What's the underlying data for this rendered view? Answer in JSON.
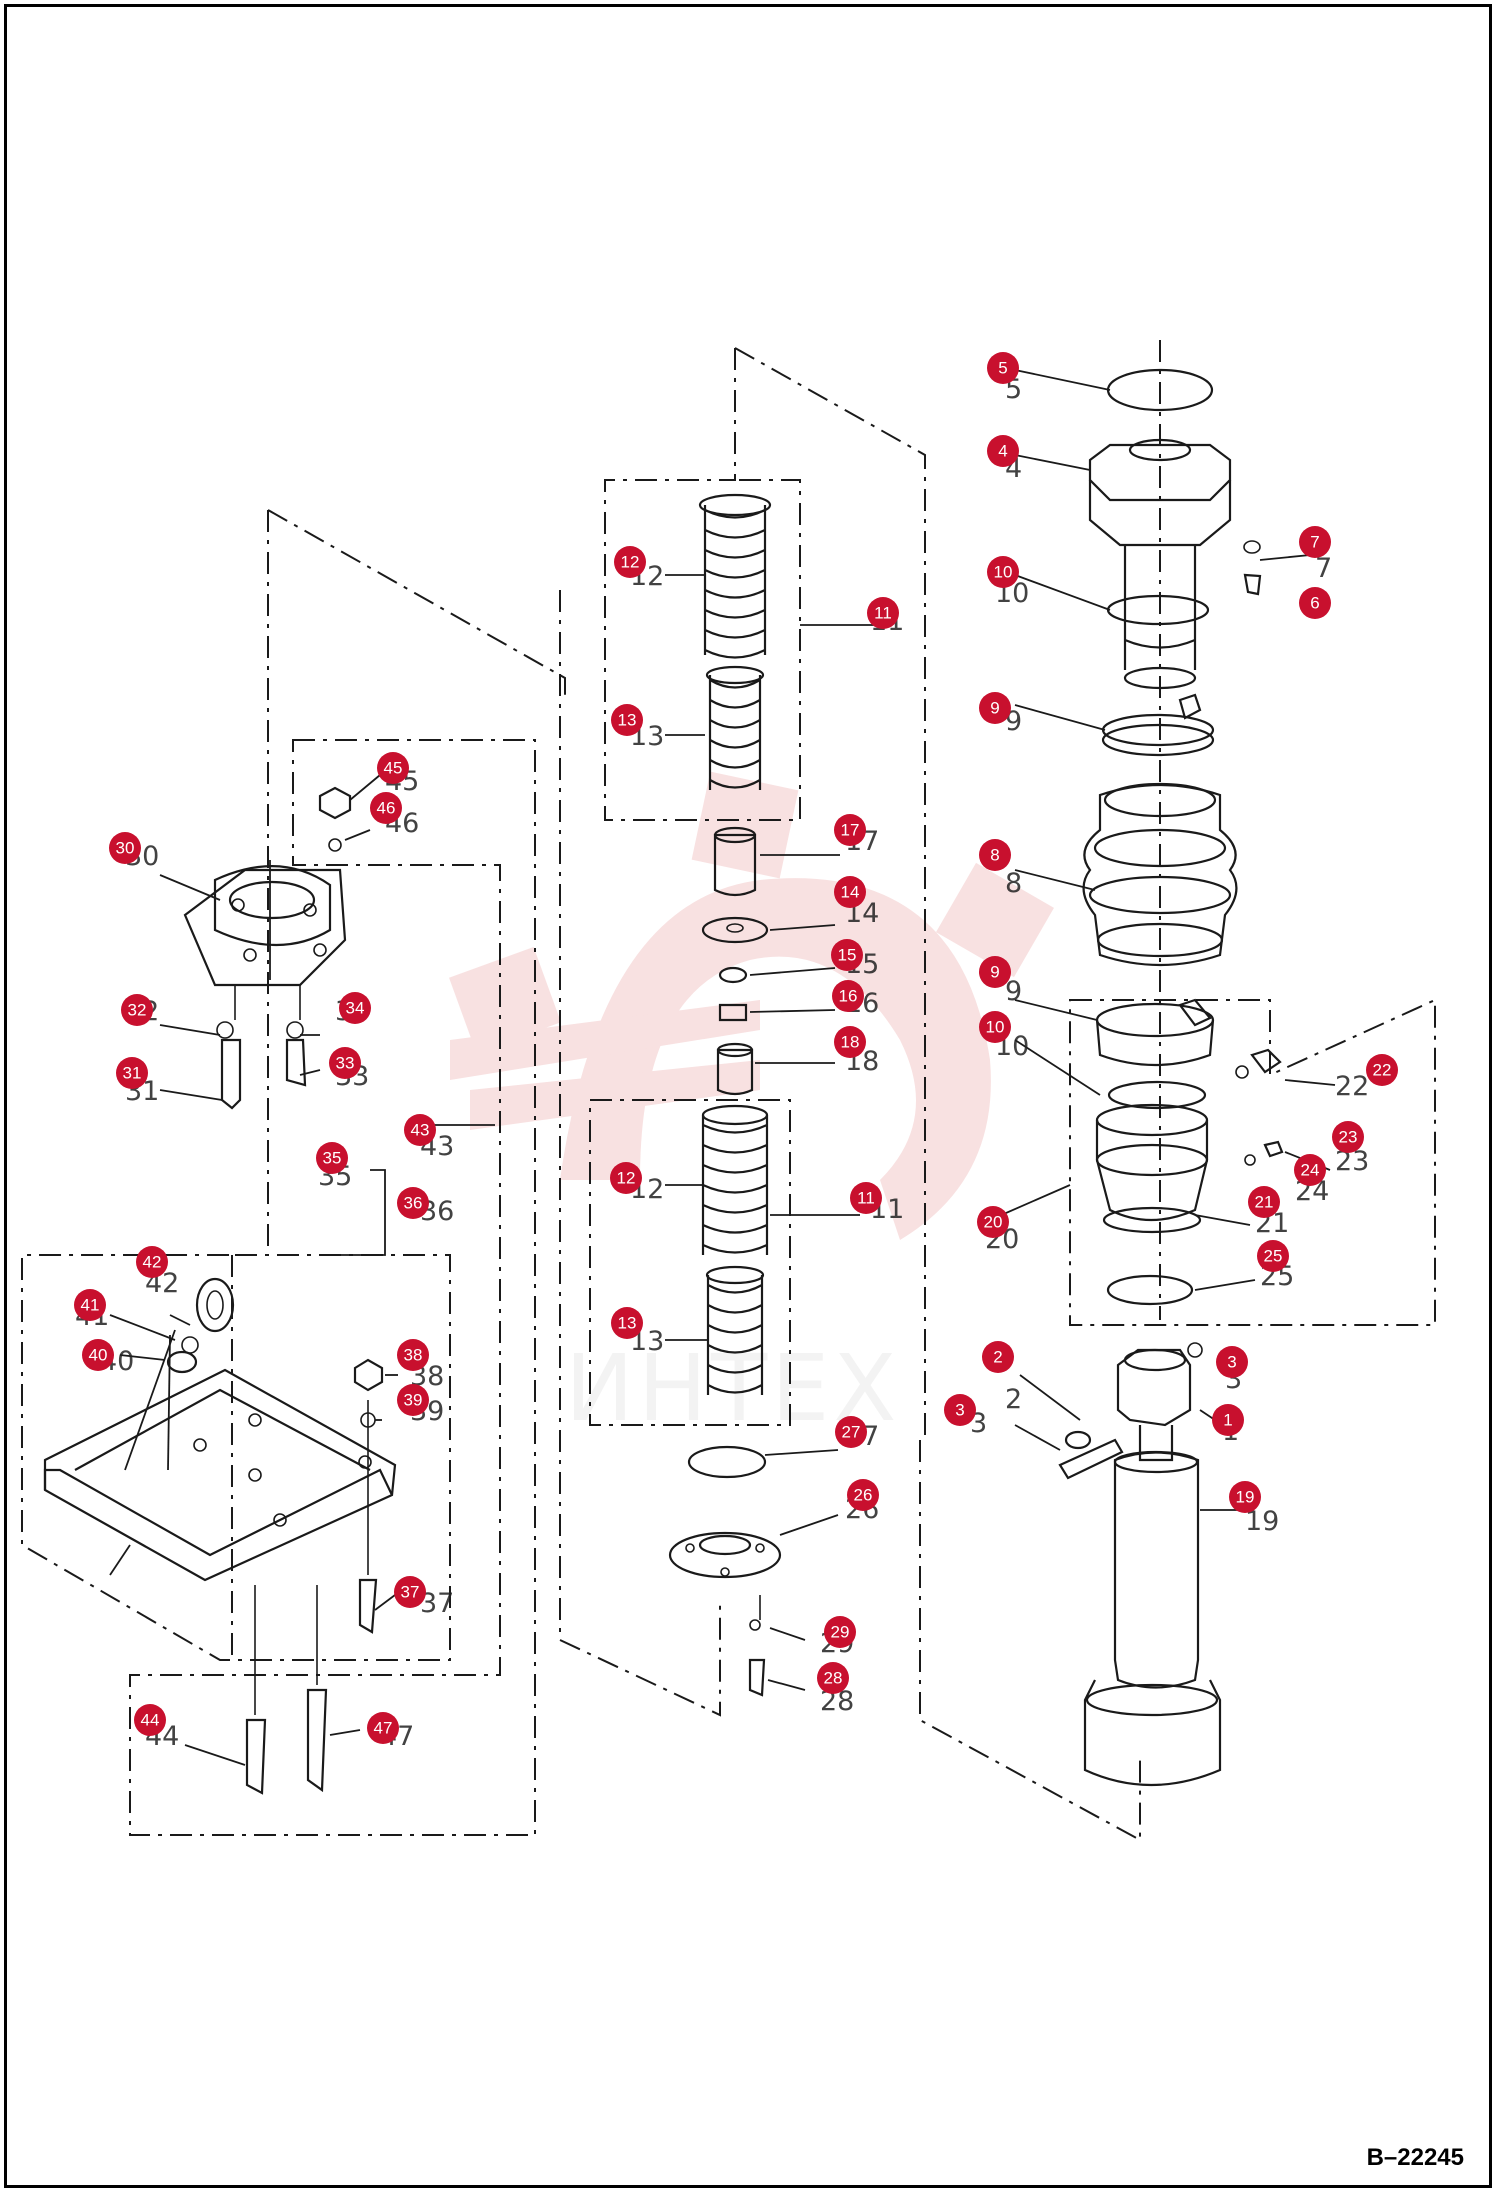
{
  "drawing_number": "B–22245",
  "watermark": "ИНТЕХ",
  "callouts": [
    "1",
    "2",
    "3",
    "4",
    "5",
    "6",
    "7",
    "8",
    "9",
    "10",
    "11",
    "12",
    "13",
    "14",
    "15",
    "16",
    "17",
    "18",
    "19",
    "20",
    "21",
    "22",
    "23",
    "24",
    "25",
    "26",
    "27",
    "28",
    "29",
    "30",
    "31",
    "32",
    "33",
    "34",
    "35",
    "36",
    "37",
    "38",
    "39",
    "40",
    "41",
    "42",
    "43",
    "44",
    "45",
    "46",
    "47"
  ],
  "colors": {
    "callout": "#c8102e",
    "line": "#1a1a1a",
    "watermark": "#f2c8c8"
  }
}
